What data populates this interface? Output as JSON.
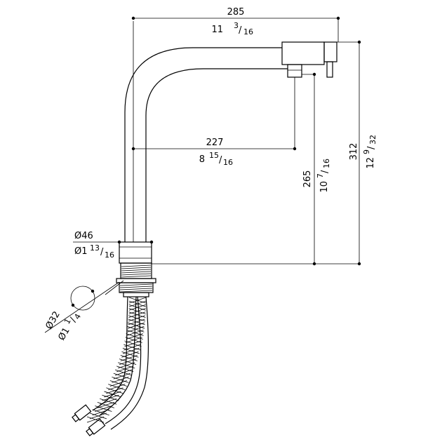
{
  "dimensions": {
    "reach": {
      "mm": "285",
      "inch_whole": "11",
      "inch_num": "3",
      "inch_den": "16"
    },
    "spout_inner": {
      "mm": "227",
      "inch_whole": "8",
      "inch_num": "15",
      "inch_den": "16"
    },
    "outlet_height": {
      "mm": "265",
      "inch_whole": "10",
      "inch_num": "7",
      "inch_den": "16"
    },
    "total_height": {
      "mm": "312",
      "inch_whole": "12",
      "inch_num": "9",
      "inch_den": "32"
    },
    "base_diameter": {
      "mm": "Ø46",
      "inch_whole": "Ø1",
      "inch_num": "13",
      "inch_den": "16"
    },
    "hole_diameter": {
      "mm": "Ø32",
      "inch_whole": "Ø1",
      "inch_num": "1",
      "inch_den": "4"
    }
  }
}
